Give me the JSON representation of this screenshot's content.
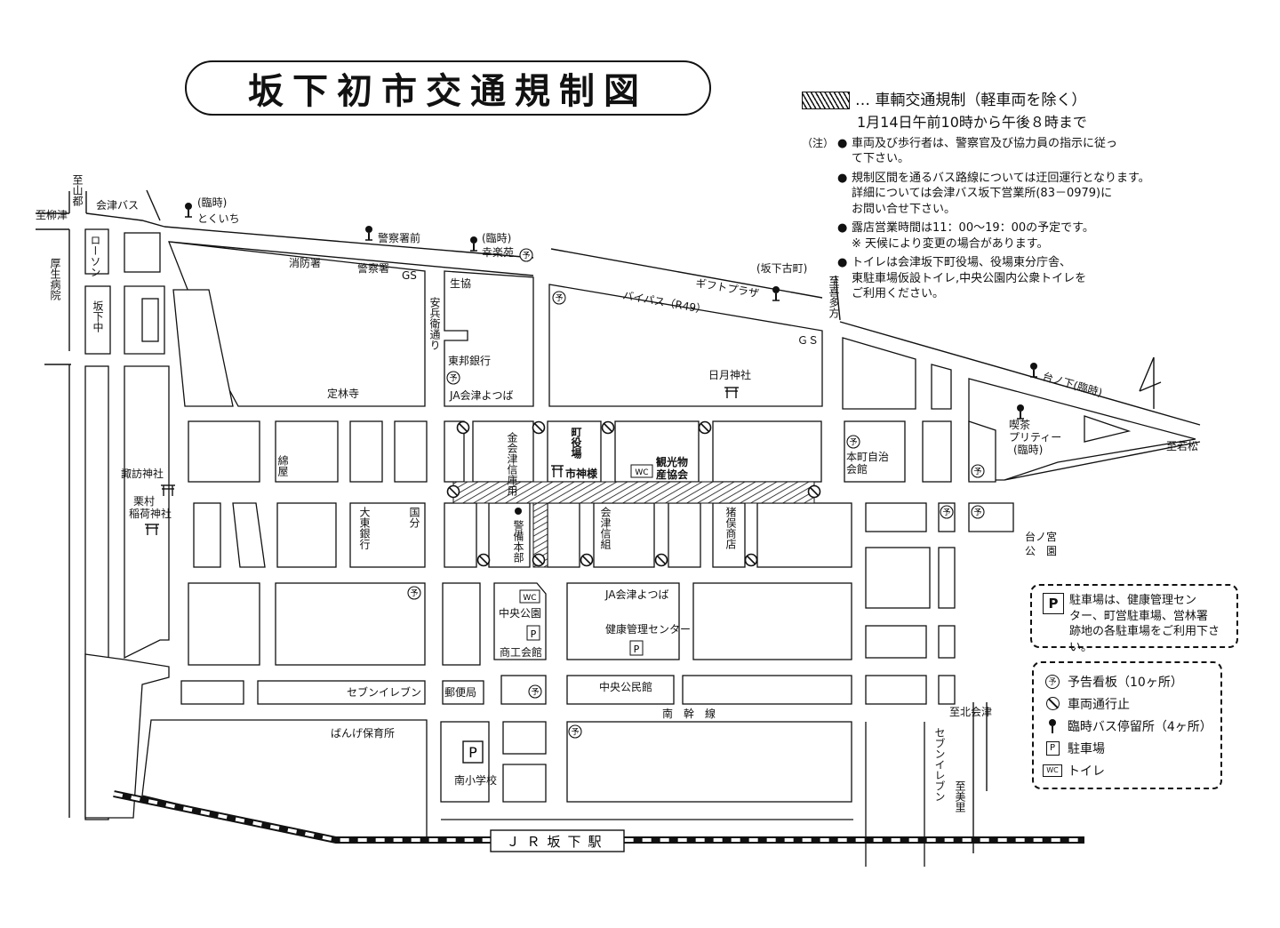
{
  "title": "坂下初市交通規制図",
  "info": {
    "legend_line": "… 車輌交通規制（軽車両を除く）",
    "period": "1月14日午前10時から午後８時まで",
    "notes_prefix": "（注）",
    "notes": [
      [
        "車両及び歩行者は、警察官及び協力員の指示に従っ",
        "て下さい。"
      ],
      [
        "規制区間を通るバス路線については迂回運行となります。",
        "詳細については会津バス坂下営業所(83－0979)に",
        "お問い合せ下さい。"
      ],
      [
        "露店営業時間は11：00～19：00の予定です。",
        "※ 天候により変更の場合があります。"
      ],
      [
        "トイレは会津坂下町役場、役場東分庁舎、",
        "東駐車場仮設トイレ,中央公園内公衆トイレを",
        "ご利用ください。"
      ]
    ]
  },
  "parking_note": {
    "icon": "P",
    "lines": [
      "駐車場は、健康管理セン",
      "ター、町営駐車場、営林署",
      "跡地の各駐車場をご利用下さい。"
    ]
  },
  "legend": {
    "items": [
      {
        "icon": "notice-board-icon",
        "glyph": "予",
        "label": "予告看板（10ヶ所）"
      },
      {
        "icon": "no-entry-icon",
        "glyph": "",
        "label": "車両通行止"
      },
      {
        "icon": "bus-stop-icon",
        "glyph": "",
        "label": "臨時バス停留所（4ヶ所）"
      },
      {
        "icon": "parking-icon",
        "glyph": "P",
        "label": "駐車場"
      },
      {
        "icon": "toilet-icon",
        "glyph": "WC",
        "label": "トイレ"
      }
    ]
  },
  "map": {
    "labels": {
      "kaizu_bus": "会津バス",
      "to_yanaizu": "至柳津",
      "to_yamato": "至山都",
      "rinji_tokuichi_1": "(臨時)",
      "rinji_tokuichi_2": "とくいち",
      "keisatsusho_mae": "警察署前",
      "rinji_korakuen_1": "(臨時)",
      "rinji_korakuen_2": "幸楽苑",
      "shobosho": "消防署",
      "keisatsusho": "警察署",
      "gs1": "GS",
      "lawson": "ローソン",
      "kosei_byoin": "厚生病院",
      "sakashita_chu": "坂下中",
      "seikyo": "生協",
      "yasubee_dori": "安兵衛通り",
      "toho_ginko": "東邦銀行",
      "ja_yotsuba_1": "JA会津よつば",
      "jorinji": "定林寺",
      "bypass": "バイパス（R49）",
      "gift_plaza": "ギフトプラザ",
      "sakashita_furumachi": "(坂下古町)",
      "to_kitakata": "至喜多方",
      "gs2": "ＧＳ",
      "nichigetsu_jinja": "日月神社",
      "dainoshita_rinji": "台ノ下(臨時)",
      "kissa_1": "喫茶",
      "kissa_2": "プリティー",
      "kissa_3": "(臨時)",
      "to_wakamatsu": "至若松",
      "kaizu_shinyo": "金会津信庫用",
      "machiyakuba": "町役場",
      "ichigami": "市神様",
      "wc": "WC",
      "kanko_1": "観光物",
      "kanko_2": "産協会",
      "honmachi_1": "本町自治",
      "honmachi_2": "会館",
      "wataya": "綿屋",
      "suwa_jinja": "諏訪神社",
      "kurimura_1": "栗村",
      "kurimura_2": "稲荷神社",
      "daito_ginko": "大東銀行",
      "kokubun": "国分",
      "keibi_honbu": "警備本部",
      "aizu_shinkumi": "会津信組",
      "inomata": "猪俣商店",
      "dainomiya_1": "台ノ宮",
      "dainomiya_2": "公　園",
      "ja_yotsuba_2": "JA会津よつば",
      "chuo_koen": "中央公園",
      "shokokaikan": "商工会館",
      "kenko_center": "健康管理センター",
      "seven_1": "セブンイレブン",
      "yubinkyoku": "郵便局",
      "chuo_kominkan": "中央公民館",
      "nankansen": "南　幹　線",
      "to_kitaaizu": "至北会津",
      "bange_hoikusho": "ばんげ保育所",
      "seven_2": "セブンイレブン",
      "to_mizato": "至美里",
      "minami_shogakko": "南小学校",
      "jr_station": "ＪＲ坂下駅",
      "yo": "予",
      "p": "P"
    }
  }
}
